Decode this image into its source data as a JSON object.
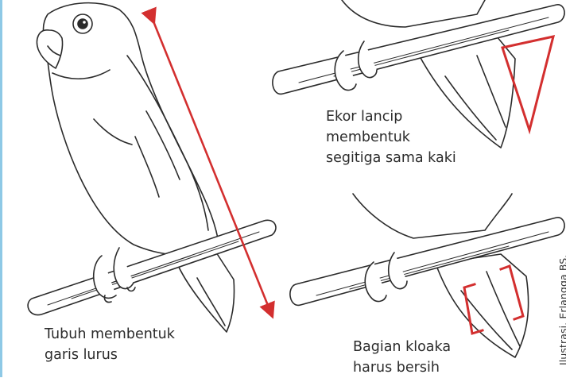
{
  "captions": {
    "body_line": "Tubuh membentuk\ngaris lurus",
    "tail_shape": "Ekor lancip\nmembentuk\nsegitiga sama kaki",
    "cloaca": "Bagian kloaka\nharus bersih"
  },
  "credit": "Ilustrasi. Erlangga BS.",
  "colors": {
    "accent": "#d32f2f",
    "line": "#2b2b2b",
    "strip": "#8ec9e6"
  }
}
